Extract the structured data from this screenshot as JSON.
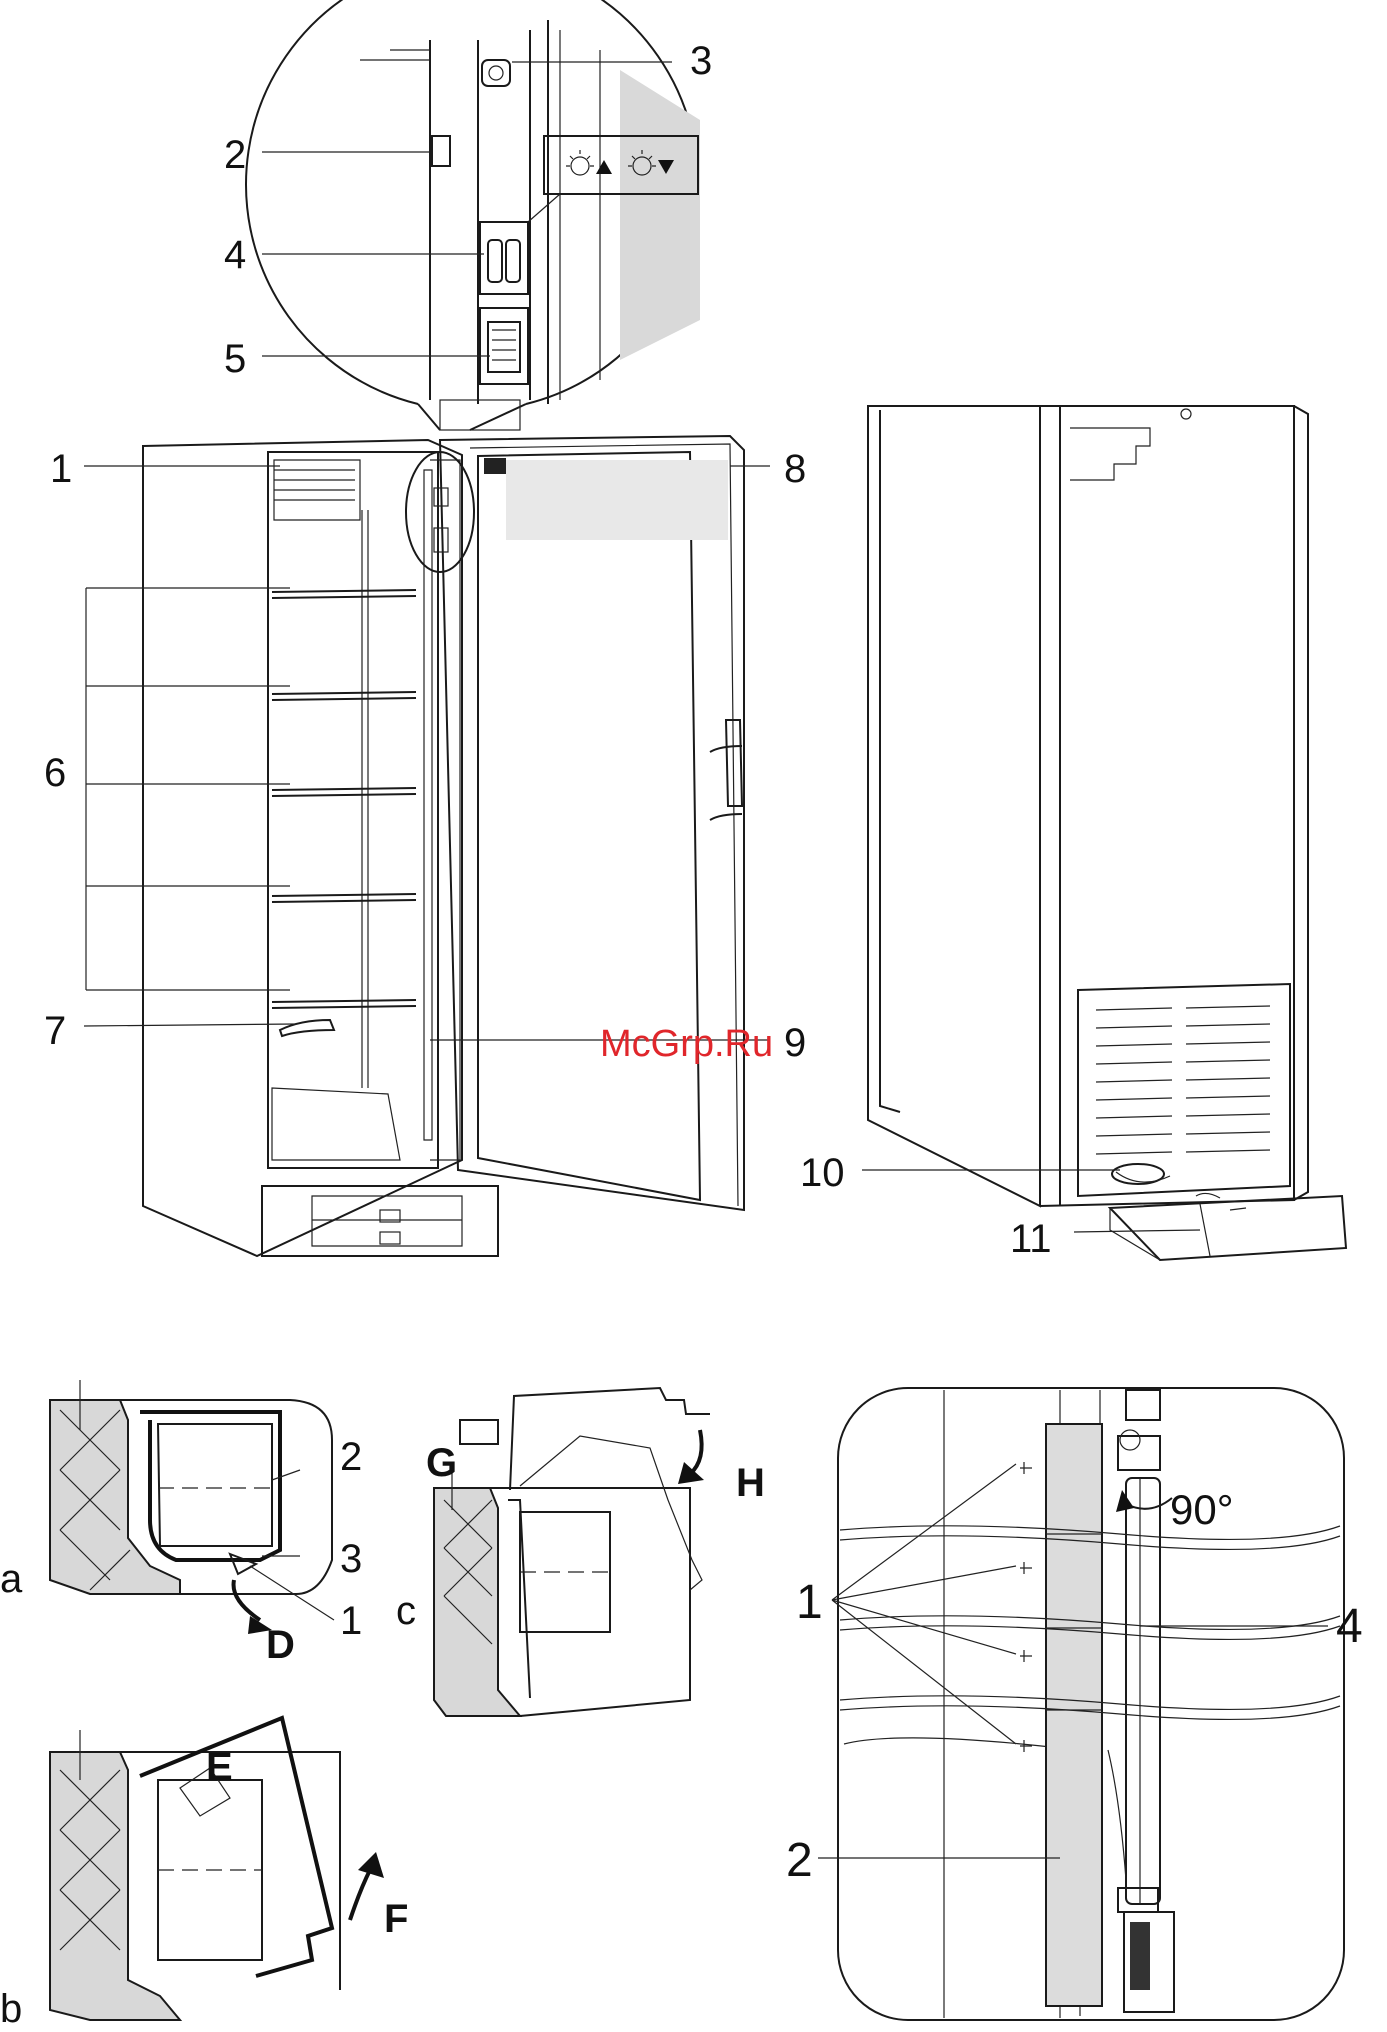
{
  "watermark": "McGrp.Ru",
  "upper_labels": {
    "n1": "1",
    "n2": "2",
    "n3": "3",
    "n4": "4",
    "n5": "5",
    "n6": "6",
    "n7": "7",
    "n8": "8",
    "n9": "9",
    "n10": "10",
    "n11": "11"
  },
  "detail_labels": {
    "a": "a",
    "b": "b",
    "c": "c",
    "a1": "1",
    "a2": "2",
    "a3": "3",
    "D": "D",
    "E": "E",
    "F": "F",
    "G": "G",
    "H": "H"
  },
  "hinge_labels": {
    "n1": "1",
    "n2": "2",
    "n4": "4",
    "angle": "90°"
  },
  "icons": [
    "light-up-icon",
    "light-down-icon"
  ]
}
